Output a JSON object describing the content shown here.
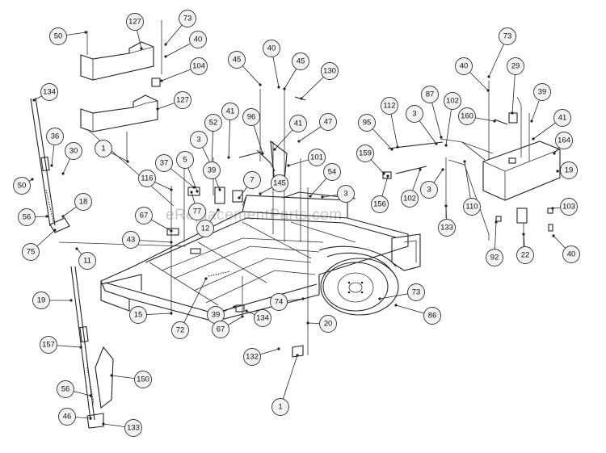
{
  "watermark": "eReplacementParts.com",
  "callouts": [
    "127",
    "73",
    "50",
    "40",
    "104",
    "45",
    "40",
    "45",
    "130",
    "73",
    "40",
    "29",
    "127",
    "134",
    "41",
    "52",
    "96",
    "41",
    "47",
    "87",
    "102",
    "112",
    "3",
    "95",
    "160",
    "39",
    "41",
    "36",
    "30",
    "3",
    "37",
    "101",
    "164",
    "5",
    "159",
    "19",
    "116",
    "39",
    "7",
    "54",
    "145",
    "50",
    "1",
    "56",
    "18",
    "77",
    "3",
    "3",
    "156",
    "102",
    "110",
    "103",
    "67",
    "12",
    "133",
    "75",
    "43",
    "11",
    "92",
    "22",
    "40",
    "73",
    "86",
    "15",
    "39",
    "74",
    "134",
    "19",
    "67",
    "20",
    "72",
    "132",
    "157",
    "150",
    "1",
    "56",
    "46",
    "133"
  ]
}
